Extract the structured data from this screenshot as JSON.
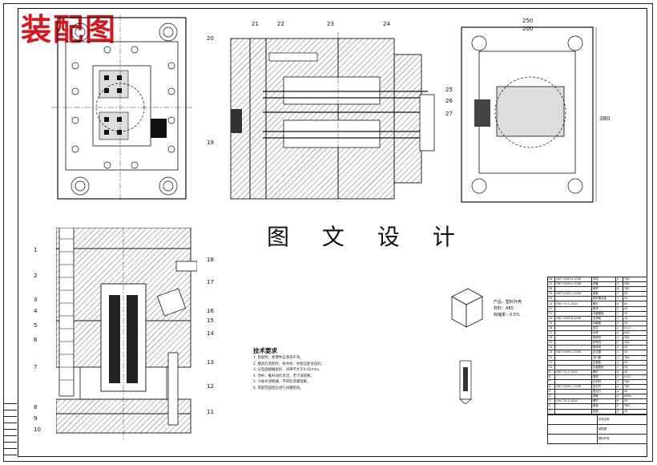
{
  "drawing": {
    "red_title": "装配图",
    "main_title": "图 文 设 计"
  },
  "callouts": {
    "top": [
      "21",
      "22",
      "23",
      "24",
      "20",
      "19",
      "25",
      "26",
      "27"
    ],
    "left": [
      "1",
      "2",
      "3",
      "4",
      "5",
      "6",
      "7",
      "8",
      "9",
      "10"
    ],
    "right": [
      "18",
      "17",
      "16",
      "15",
      "14",
      "13",
      "12",
      "11"
    ]
  },
  "dimensions": {
    "width_outer": "250",
    "width_inner": "200",
    "height": "380"
  },
  "tech_requirements": {
    "title": "技术要求",
    "items": [
      "1. 装配时，各零件应清洗干净。",
      "2. 模具在装配时，各导柱、导套应配合良好。",
      "3. 分型面接触良好，间隙不大于0.02mm。",
      "4. 顶杆、推杆动作灵活，无卡滞现象。",
      "5. 冷却水道畅通，不得有渗漏现象。",
      "6. 装配完成后应进行试模检验。"
    ]
  },
  "product_info": {
    "lines": [
      "产品：塑料外壳",
      "材料：ABS",
      "收缩率：0.5%"
    ]
  },
  "bom": {
    "rows": [
      [
        "28",
        "GB/T 4169.4-2006",
        "导柱",
        "4",
        "T8A"
      ],
      [
        "27",
        "GB/T 4169.3-2006",
        "导套",
        "4",
        "T8A"
      ],
      [
        "26",
        "",
        "推杆",
        "8",
        "T8A"
      ],
      [
        "25",
        "GB/T 4169.1-2006",
        "推板",
        "1",
        "45"
      ],
      [
        "24",
        "",
        "推杆固定板",
        "1",
        "45"
      ],
      [
        "23",
        "GB/T 70.1-2000",
        "螺钉",
        "4",
        "45"
      ],
      [
        "22",
        "",
        "垫块",
        "2",
        "45"
      ],
      [
        "21",
        "",
        "动模座板",
        "1",
        "45"
      ],
      [
        "20",
        "GB/T 4169.8-2006",
        "支承板",
        "1",
        "45"
      ],
      [
        "19",
        "",
        "动模板",
        "1",
        "45"
      ],
      [
        "18",
        "",
        "型芯",
        "2",
        "Cr12"
      ],
      [
        "17",
        "",
        "水嘴",
        "4",
        "H62"
      ],
      [
        "16",
        "",
        "侧滑块",
        "2",
        "T8A"
      ],
      [
        "15",
        "",
        "斜导柱",
        "2",
        "T8A"
      ],
      [
        "14",
        "",
        "楔紧块",
        "2",
        "45"
      ],
      [
        "13",
        "GB/T 4169.2-2006",
        "定位圈",
        "1",
        "45"
      ],
      [
        "12",
        "",
        "浇口套",
        "1",
        "T8A"
      ],
      [
        "11",
        "",
        "定模板",
        "1",
        "45"
      ],
      [
        "10",
        "",
        "定模座板",
        "1",
        "45"
      ],
      [
        "9",
        "GB/T 70.1-2000",
        "螺钉",
        "4",
        "45"
      ],
      [
        "8",
        "",
        "型腔",
        "2",
        "Cr12"
      ],
      [
        "7",
        "",
        "拉料杆",
        "1",
        "T8A"
      ],
      [
        "6",
        "GB/T 4169.1-2006",
        "复位杆",
        "4",
        "T8A"
      ],
      [
        "5",
        "",
        "限位钉",
        "4",
        "45"
      ],
      [
        "4",
        "",
        "弹簧",
        "4",
        "65Mn"
      ],
      [
        "3",
        "GB/T 70.1-2000",
        "螺钉",
        "6",
        "45"
      ],
      [
        "2",
        "",
        "推管",
        "2",
        "T8A"
      ],
      [
        "1",
        "",
        "垫圈",
        "4",
        "45"
      ]
    ],
    "footer": {
      "school": "学校名称",
      "drawing": "装配图",
      "part": "塑料外壳"
    }
  }
}
